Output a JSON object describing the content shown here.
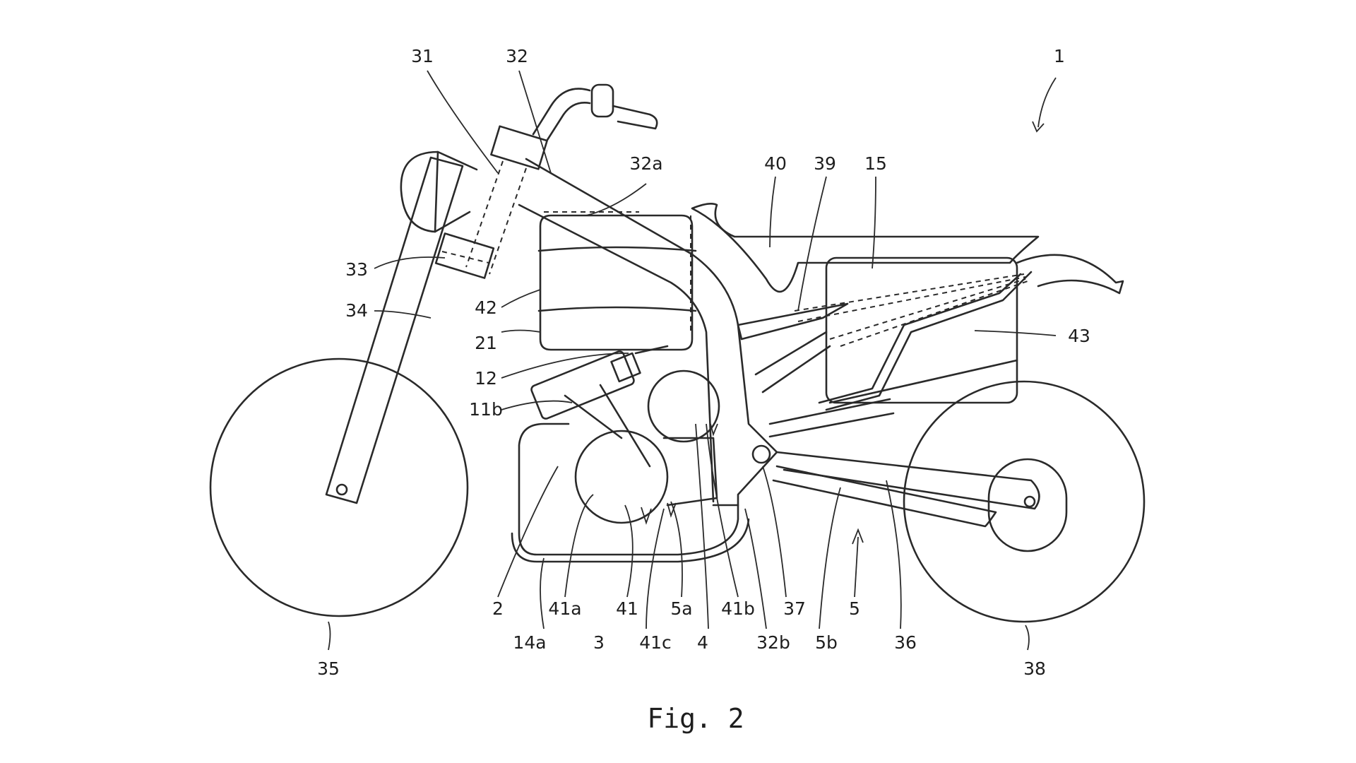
{
  "figure": {
    "caption": "Fig. 2",
    "labels": [
      {
        "id": "1",
        "text": "1"
      },
      {
        "id": "31",
        "text": "31"
      },
      {
        "id": "32",
        "text": "32"
      },
      {
        "id": "32a",
        "text": "32a"
      },
      {
        "id": "40",
        "text": "40"
      },
      {
        "id": "39",
        "text": "39"
      },
      {
        "id": "15",
        "text": "15"
      },
      {
        "id": "33",
        "text": "33"
      },
      {
        "id": "34",
        "text": "34"
      },
      {
        "id": "42",
        "text": "42"
      },
      {
        "id": "21",
        "text": "21"
      },
      {
        "id": "12",
        "text": "12"
      },
      {
        "id": "11b",
        "text": "11b"
      },
      {
        "id": "43",
        "text": "43"
      },
      {
        "id": "2",
        "text": "2"
      },
      {
        "id": "41a",
        "text": "41a"
      },
      {
        "id": "41",
        "text": "41"
      },
      {
        "id": "5a",
        "text": "5a"
      },
      {
        "id": "41b",
        "text": "41b"
      },
      {
        "id": "37",
        "text": "37"
      },
      {
        "id": "5",
        "text": "5"
      },
      {
        "id": "14a",
        "text": "14a"
      },
      {
        "id": "3",
        "text": "3"
      },
      {
        "id": "41c",
        "text": "41c"
      },
      {
        "id": "4",
        "text": "4"
      },
      {
        "id": "32b",
        "text": "32b"
      },
      {
        "id": "5b",
        "text": "5b"
      },
      {
        "id": "36",
        "text": "36"
      },
      {
        "id": "35",
        "text": "35"
      },
      {
        "id": "38",
        "text": "38"
      }
    ]
  }
}
